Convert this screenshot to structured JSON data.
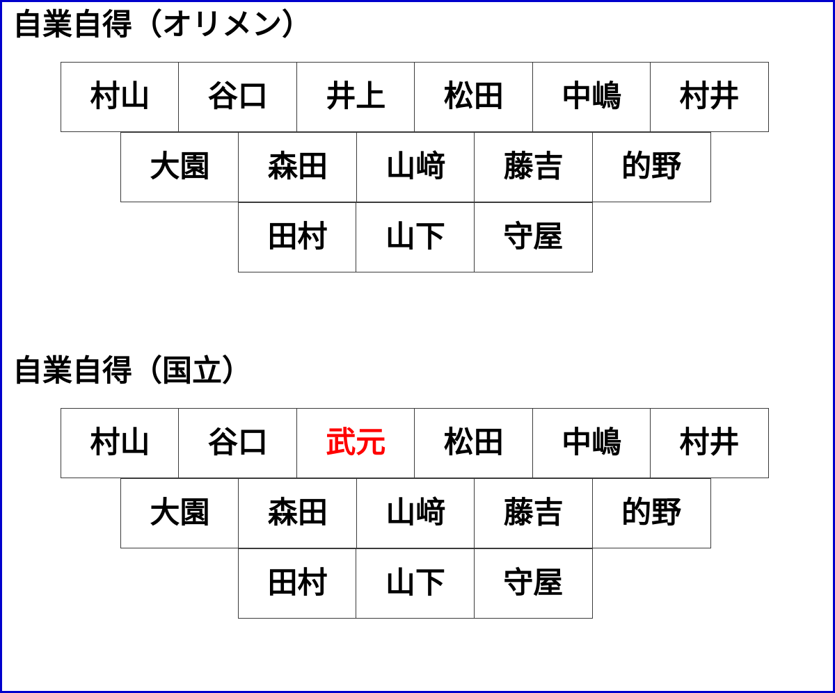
{
  "page": {
    "border_color": "#0000CC",
    "background_color": "#FFFFFF",
    "text_color": "#000000",
    "highlight_color": "#FF0000"
  },
  "sections": [
    {
      "heading": "自業自得（オリメン）",
      "rows": [
        {
          "indent": 0,
          "cells": [
            {
              "name": "村山",
              "highlight": false
            },
            {
              "name": "谷口",
              "highlight": false
            },
            {
              "name": "井上",
              "highlight": false
            },
            {
              "name": "松田",
              "highlight": false
            },
            {
              "name": "中嶋",
              "highlight": false
            },
            {
              "name": "村井",
              "highlight": false
            }
          ]
        },
        {
          "indent": 1,
          "cells": [
            {
              "name": "大園",
              "highlight": false
            },
            {
              "name": "森田",
              "highlight": false
            },
            {
              "name": "山﨑",
              "highlight": false
            },
            {
              "name": "藤吉",
              "highlight": false
            },
            {
              "name": "的野",
              "highlight": false
            }
          ]
        },
        {
          "indent": 2,
          "cells": [
            {
              "name": "田村",
              "highlight": false
            },
            {
              "name": "山下",
              "highlight": false
            },
            {
              "name": "守屋",
              "highlight": false
            }
          ]
        }
      ]
    },
    {
      "heading": "自業自得（国立）",
      "rows": [
        {
          "indent": 0,
          "cells": [
            {
              "name": "村山",
              "highlight": false
            },
            {
              "name": "谷口",
              "highlight": false
            },
            {
              "name": "武元",
              "highlight": true
            },
            {
              "name": "松田",
              "highlight": false
            },
            {
              "name": "中嶋",
              "highlight": false
            },
            {
              "name": "村井",
              "highlight": false
            }
          ]
        },
        {
          "indent": 1,
          "cells": [
            {
              "name": "大園",
              "highlight": false
            },
            {
              "name": "森田",
              "highlight": false
            },
            {
              "name": "山﨑",
              "highlight": false
            },
            {
              "name": "藤吉",
              "highlight": false
            },
            {
              "name": "的野",
              "highlight": false
            }
          ]
        },
        {
          "indent": 2,
          "cells": [
            {
              "name": "田村",
              "highlight": false
            },
            {
              "name": "山下",
              "highlight": false
            },
            {
              "name": "守屋",
              "highlight": false
            }
          ]
        }
      ]
    }
  ]
}
